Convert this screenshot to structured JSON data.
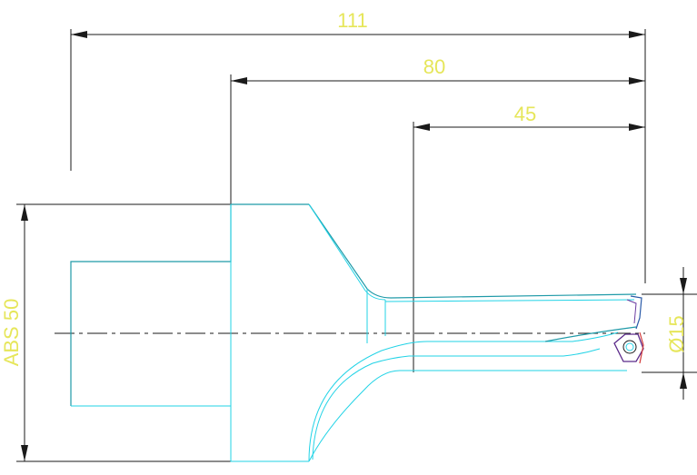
{
  "dimensions": {
    "overall_length": "111",
    "shank_to_tip": "80",
    "body_length": "45",
    "shank_diameter": "ABS 50",
    "drill_diameter": "Ø15"
  },
  "colors": {
    "dimension_text": "#e6e65a",
    "dimension_lines": "#1a1a1a",
    "outline": "#22d3e6",
    "outline_dark": "#1f9aa8",
    "insert": "#5b2a8a",
    "cutting_edge": "#d23b3b"
  }
}
